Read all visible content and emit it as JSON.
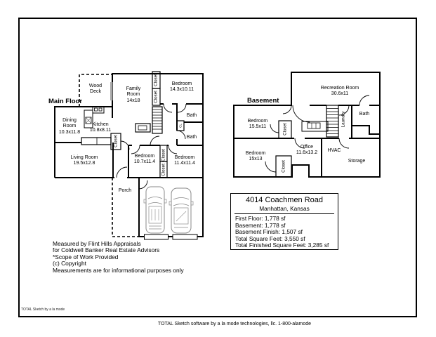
{
  "page": {
    "watermark": "TOTAL Sketch by a la mode",
    "footer": "TOTAL Sketch software by a la mode technologies, llc. 1-800-alamode"
  },
  "labels": {
    "closet": "Closet",
    "cl": "CL",
    "laundry": "Laundry"
  },
  "main_floor": {
    "title": "Main Floor",
    "rooms": {
      "wood_deck": [
        "Wood",
        "Deck"
      ],
      "family_room": [
        "Family",
        "Room",
        "14x18"
      ],
      "bedroom_top": [
        "Bedroom",
        "14.3x10.11"
      ],
      "dining": [
        "Dining",
        "Room",
        "10.3x11.8"
      ],
      "kitchen": [
        "Kitchen",
        "10.8x8.11"
      ],
      "living": [
        "Living Room",
        "19.5x12.8"
      ],
      "bedroom_left": [
        "Bedroom",
        "10.7x11.4"
      ],
      "bedroom_right": [
        "Bedroom",
        "11.4x11.4"
      ],
      "bath_upper": "Bath",
      "bath_lower": "Bath",
      "porch": "Porch"
    }
  },
  "basement": {
    "title": "Basement",
    "rooms": {
      "recreation": [
        "Recreation Room",
        "30.6x11"
      ],
      "bedroom_upper": [
        "Bedroom",
        "15.5x11"
      ],
      "bedroom_lower": [
        "Bedroom",
        "15x13"
      ],
      "office": [
        "Office",
        "11.6x13.2"
      ],
      "hvac": "HVAC",
      "storage": "Storage",
      "bath": "Bath"
    }
  },
  "summary": {
    "address": "4014 Coachmen Road",
    "city": "Manhattan, Kansas",
    "lines": [
      "First Floor: 1,778 sf",
      "Basement: 1,778 sf",
      "Basement Finish: 1,507 sf",
      "Total Square Feet: 3,550 sf",
      "Total Finished Square Feet: 3,285 sf"
    ]
  },
  "disclaimer": {
    "lines": [
      "Measured by Flint Hills Appraisals",
      "for Coldwell Banker Real Estate Advisors",
      "*Scope of Work Provided",
      "(c) Copyright",
      "Measurements are for informational purposes only"
    ]
  }
}
